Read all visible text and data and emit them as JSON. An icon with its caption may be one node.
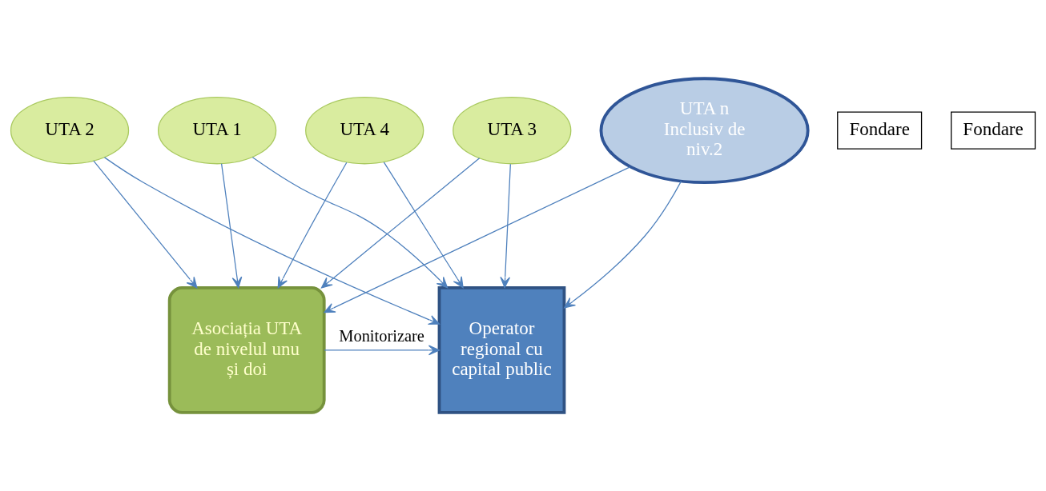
{
  "diagram": {
    "nodes": [
      {
        "text": [
          "UTA 1"
        ]
      },
      {
        "text": [
          "UTA 2"
        ]
      },
      {
        "text": [
          "UTA 3"
        ]
      },
      {
        "text": [
          "UTA 4"
        ]
      },
      {
        "text": [
          "UTA n",
          "Inclusiv de niv.2"
        ]
      },
      {
        "text": [
          "Fondare"
        ]
      },
      {
        "text": [
          "Fondare"
        ]
      },
      {
        "text": [
          "Operator regional cu capital public"
        ]
      },
      {
        "text": [
          "Asociația UTA de nivelul unu și doi"
        ]
      }
    ],
    "edges": [
      {
        "from": 0,
        "to": 7,
        "arrow": "to"
      },
      {
        "from": 0,
        "to": 8,
        "arrow": "to"
      },
      {
        "from": 1,
        "to": 7,
        "arrow": "to"
      },
      {
        "from": 1,
        "to": 8,
        "arrow": "to"
      },
      {
        "from": 2,
        "to": 7,
        "arrow": "to"
      },
      {
        "from": 2,
        "to": 8,
        "arrow": "to"
      },
      {
        "from": 3,
        "to": 7,
        "arrow": "to"
      },
      {
        "from": 3,
        "to": 8,
        "arrow": "to"
      },
      {
        "from": 4,
        "to": 7,
        "arrow": "to"
      },
      {
        "from": 4,
        "to": 8,
        "arrow": "to"
      },
      {
        "from": 8,
        "to": 7,
        "label": "Monitorizare",
        "arrow": "to"
      }
    ]
  }
}
